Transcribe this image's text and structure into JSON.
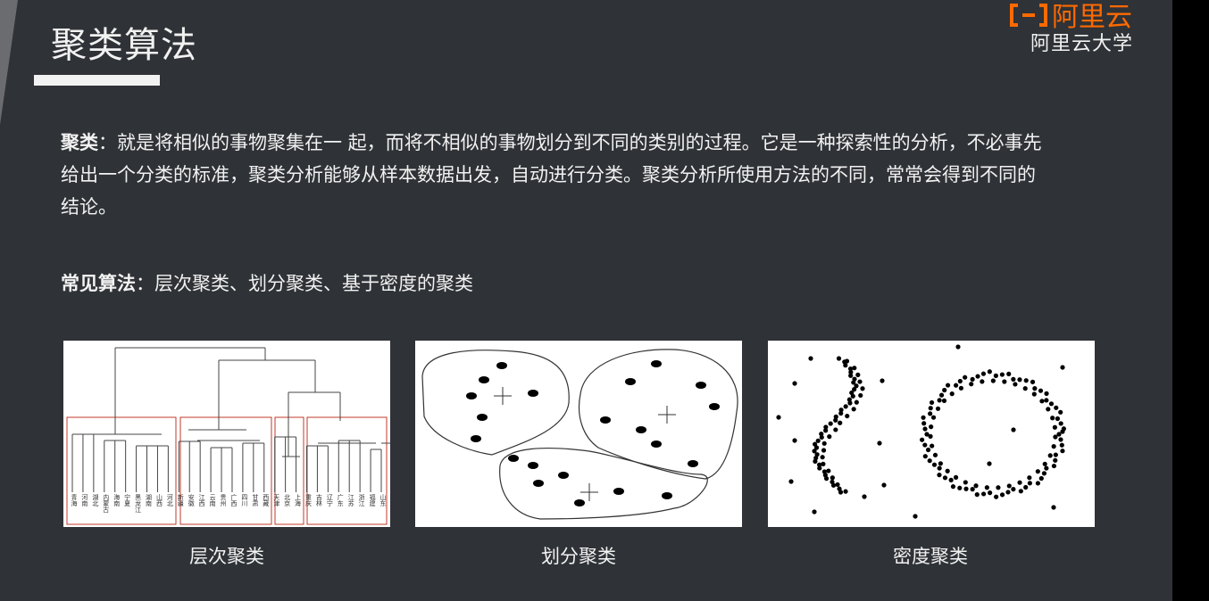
{
  "header": {
    "title": "聚类算法",
    "logo_brand": "阿里云",
    "logo_sub": "阿里云大学"
  },
  "definition": {
    "term": "聚类",
    "sep": "：",
    "text": "就是将相似的事物聚集在一 起，而将不相似的事物划分到不同的类别的过程。它是一种探索性的分析，不必事先给出一个分类的标准，聚类分析能够从样本数据出发，自动进行分类。聚类分析所使用方法的不同，常常会得到不同的结论。"
  },
  "algorithms": {
    "term": "常见算法",
    "sep": "：",
    "text": "层次聚类、划分聚类、基于密度的聚类"
  },
  "figures": [
    {
      "caption": "层次聚类"
    },
    {
      "caption": "划分聚类"
    },
    {
      "caption": "密度聚类"
    }
  ],
  "dendrogram_leaves": [
    [
      "青海",
      "河南",
      "湖北"
    ],
    [
      "内蒙古",
      "海南",
      "宁夏"
    ],
    [
      "黑龙江",
      "湖南",
      "山西"
    ],
    [
      "河北",
      "新疆"
    ],
    [
      "安徽",
      "江西",
      "云南"
    ],
    [
      "贵州",
      "广西",
      "四川"
    ],
    [
      "甘肃",
      "西藏"
    ],
    [
      "天津",
      "北京",
      "上海"
    ],
    [
      "重庆",
      "吉林",
      "辽宁"
    ],
    [
      "广东",
      "江苏",
      "浙江"
    ],
    [
      "福建",
      "山东"
    ]
  ],
  "colors": {
    "background": "#2f3236",
    "text": "#f2f2f2",
    "brand_orange": "#ff6a00",
    "panel": "#ffffff",
    "cluster_box": "#c0392b"
  }
}
